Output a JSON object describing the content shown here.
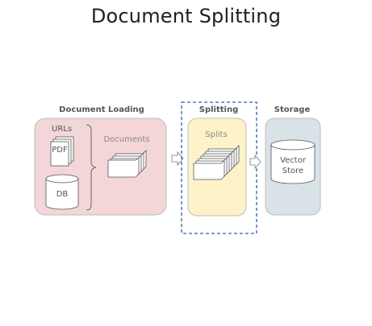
{
  "title": "Document Splitting",
  "sections": {
    "loading": {
      "heading": "Document Loading",
      "urls_label": "URLs",
      "pdf_label": "PDF",
      "db_label": "DB",
      "documents_label": "Documents"
    },
    "splitting": {
      "heading": "Splitting",
      "splits_label": "Splits"
    },
    "storage": {
      "heading": "Storage",
      "vector_line1": "Vector",
      "vector_line2": "Store"
    }
  },
  "colors": {
    "loading_fill": "#f2d6d8",
    "splitting_fill": "#fdf2c8",
    "storage_fill": "#d9e3e7",
    "dashed_border": "#2f5fb3",
    "heading_text": "#555555",
    "label_text": "#7a7a7a"
  }
}
